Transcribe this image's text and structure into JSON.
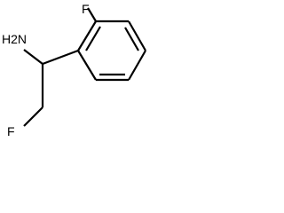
{
  "molecule": {
    "labels": {
      "amine": "H2N",
      "fluoro_top": "F",
      "fluoro_bottom": "F"
    },
    "colors": {
      "background": "#ffffff",
      "bond": "#000000",
      "text": "#000000"
    }
  }
}
